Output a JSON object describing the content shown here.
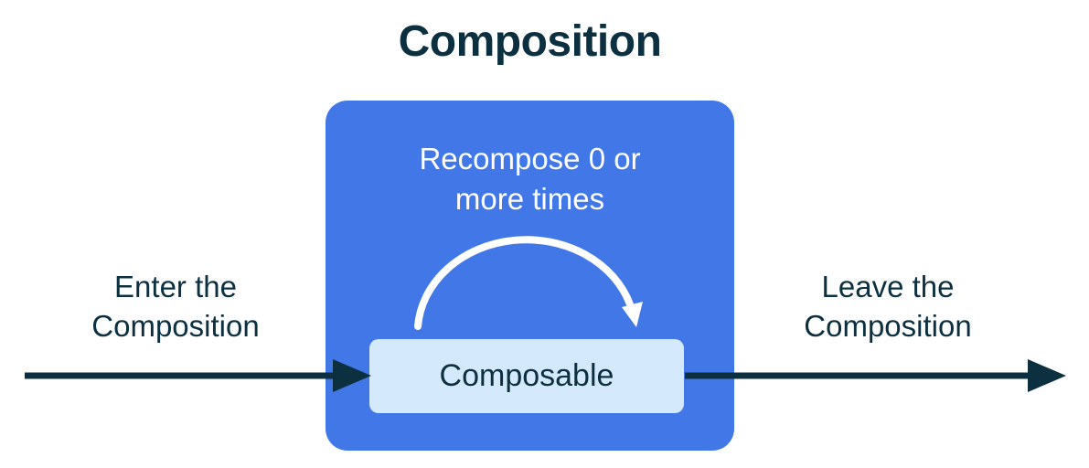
{
  "title": "Composition",
  "diagram": {
    "composition_box": {
      "recompose_line1": "Recompose 0 or",
      "recompose_line2": "more times",
      "composable_label": "Composable"
    },
    "enter_label": {
      "line1": "Enter the",
      "line2": "Composition"
    },
    "leave_label": {
      "line1": "Leave the",
      "line2": "Composition"
    }
  },
  "colors": {
    "box_blue": "#4277E8",
    "box_light": "#D5E9FC",
    "ink": "#0D3040",
    "label_white": "#FFFFFF"
  }
}
